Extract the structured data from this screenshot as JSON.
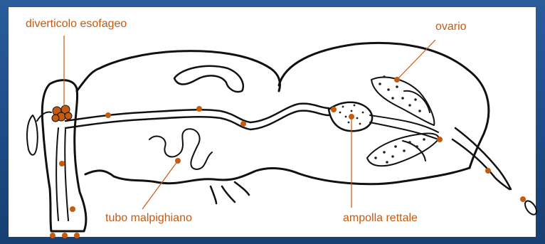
{
  "labels": {
    "diverticolo": "diverticolo esofageo",
    "ovario": "ovario",
    "tubo": "tubo malpighiano",
    "ampolla": "ampolla rettale"
  },
  "colors": {
    "background": "#1f4f8a",
    "panel": "#ffffff",
    "label": "#c55a11",
    "marker": "#c55a11",
    "drawing": "#111111"
  }
}
